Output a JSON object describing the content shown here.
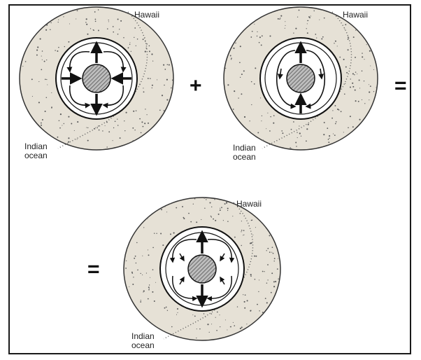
{
  "labels": {
    "hawaii": "Hawaii",
    "indian_line1": "Indian",
    "indian_line2": "ocean"
  },
  "operators": {
    "plus": "+",
    "equals": "="
  },
  "colors": {
    "mantle_fill": "#e6e1d6",
    "stroke": "#1a1a1a",
    "core_hatch": "#555555",
    "background": "#ffffff"
  },
  "panels": [
    {
      "name": "panel-a",
      "flow": "four-cell convection"
    },
    {
      "name": "panel-b",
      "flow": "two-cell convection"
    },
    {
      "name": "panel-c",
      "flow": "combined"
    }
  ]
}
